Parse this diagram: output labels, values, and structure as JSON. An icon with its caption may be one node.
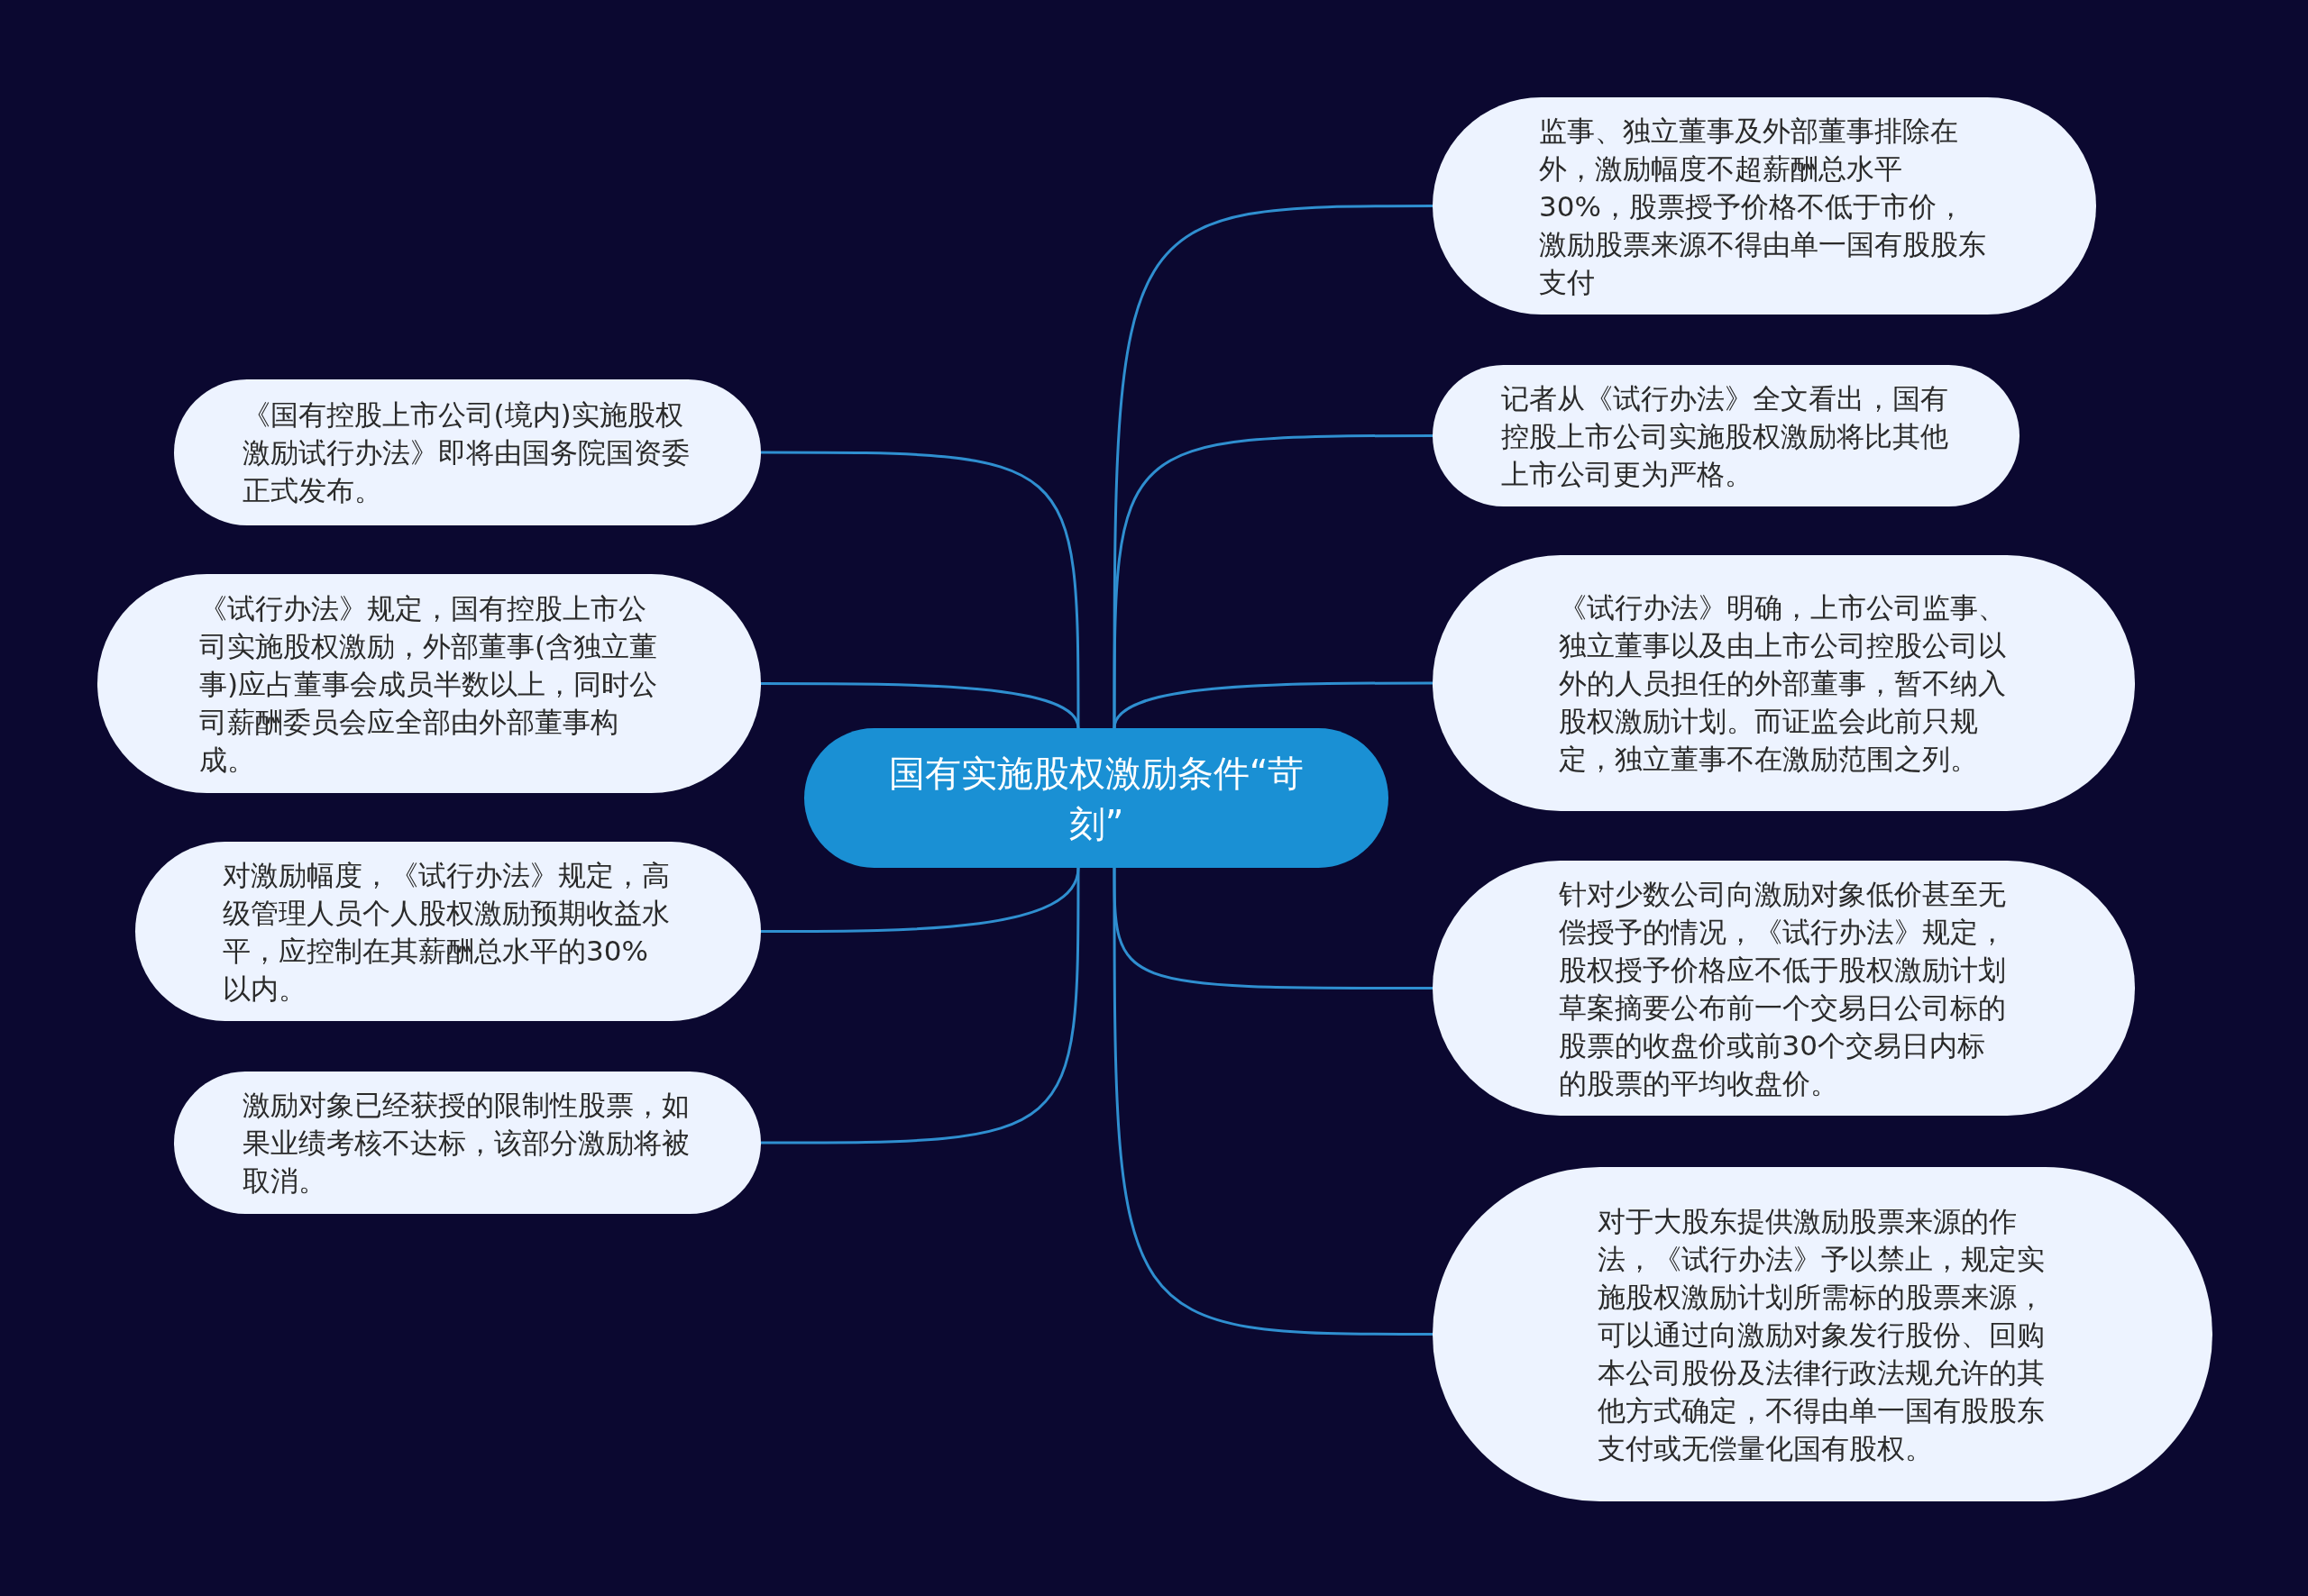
{
  "diagram": {
    "nodes": [
      {
        "text": [
          "国有实施股权激励条件“苛刻”"
        ]
      },
      {
        "text": [
          "《国有控股上市公司(境内)实施股权激励试行办法》即将由国务院国资委正式发布。"
        ]
      },
      {
        "text": [
          "《试行办法》规定，国有控股上市公司实施股权激励，外部董事(含独立董事)应占董事会成员半数以上，同时公司薪酬委员会应全部由外部董事构成。"
        ]
      },
      {
        "text": [
          "对激励幅度，《试行办法》规定，高级管理人员个人股权激励预期收益水平，应控制在其薪酬总水平的30%以内。"
        ]
      },
      {
        "text": [
          "激励对象已经获授的限制性股票，如果业绩考核不达标，该部分激励将被取消。"
        ]
      },
      {
        "text": [
          "监事、独立董事及外部董事排除在外，激励幅度不超薪酬总水平30%，股票授予价格不低于市价，激励股票来源不得由单一国有股股东支付"
        ]
      },
      {
        "text": [
          "记者从《试行办法》全文看出，国有控股上市公司实施股权激励将比其他上市公司更为严格。"
        ]
      },
      {
        "text": [
          "《试行办法》明确，上市公司监事、独立董事以及由上市公司控股公司以外的人员担任的外部董事，暂不纳入股权激励计划。而证监会此前只规定，独立董事不在激励范围之列。"
        ]
      },
      {
        "text": [
          "针对少数公司向激励对象低价甚至无偿授予的情况，《试行办法》规定，股权授予价格应不低于股权激励计划草案摘要公布前一个交易日公司标的股票的收盘价或前30个交易日内标的股票的平均收盘价。"
        ]
      },
      {
        "text": [
          "对于大股东提供激励股票来源的作法，《试行办法》予以禁止，规定实施股权激励计划所需标的股票来源，可以通过向激励对象发行股份、回购本公司股份及法律行政法规允许的其他方式确定，不得由单一国有股股东支付或无偿量化国有股权。"
        ]
      }
    ],
    "edges": [
      {
        "from": 0,
        "to": 1,
        "arrow": "none"
      },
      {
        "from": 0,
        "to": 2,
        "arrow": "none"
      },
      {
        "from": 0,
        "to": 3,
        "arrow": "none"
      },
      {
        "from": 0,
        "to": 4,
        "arrow": "none"
      },
      {
        "from": 0,
        "to": 5,
        "arrow": "none"
      },
      {
        "from": 0,
        "to": 6,
        "arrow": "none"
      },
      {
        "from": 0,
        "to": 7,
        "arrow": "none"
      },
      {
        "from": 0,
        "to": 8,
        "arrow": "none"
      },
      {
        "from": 0,
        "to": 9,
        "arrow": "none"
      }
    ]
  }
}
